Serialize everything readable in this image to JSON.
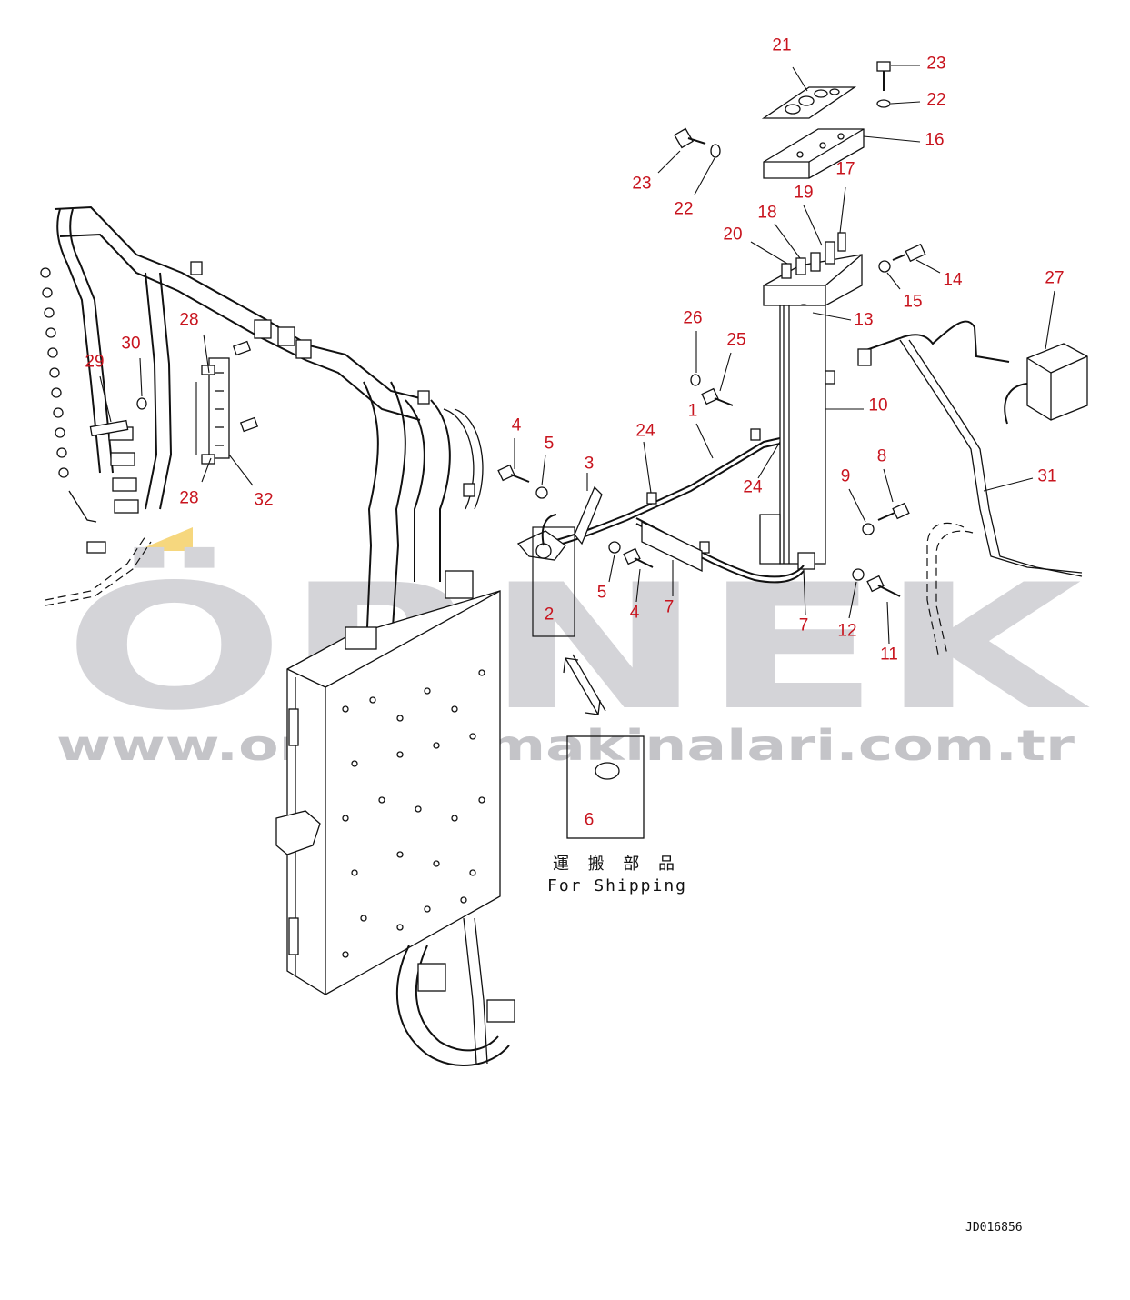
{
  "watermark": {
    "brand": "ÖRNEK",
    "url": "www.ornekismakinalari.com.tr",
    "accent_color": "#f6d77e"
  },
  "shipping_label": {
    "japanese": "運 搬 部 品",
    "english": "For Shipping"
  },
  "drawing_code": "JD016856",
  "colors": {
    "callout": "#c8141e",
    "line": "#111111",
    "watermark": "#d4d4d8"
  },
  "callouts": [
    {
      "id": "c21",
      "label": "21"
    },
    {
      "id": "c23a",
      "label": "23"
    },
    {
      "id": "c22a",
      "label": "22"
    },
    {
      "id": "c16",
      "label": "16"
    },
    {
      "id": "c23b",
      "label": "23"
    },
    {
      "id": "c22b",
      "label": "22"
    },
    {
      "id": "c17",
      "label": "17"
    },
    {
      "id": "c19",
      "label": "19"
    },
    {
      "id": "c18",
      "label": "18"
    },
    {
      "id": "c20",
      "label": "20"
    },
    {
      "id": "c14",
      "label": "14"
    },
    {
      "id": "c15",
      "label": "15"
    },
    {
      "id": "c27",
      "label": "27"
    },
    {
      "id": "c13",
      "label": "13"
    },
    {
      "id": "c26",
      "label": "26"
    },
    {
      "id": "c25",
      "label": "25"
    },
    {
      "id": "c10",
      "label": "10"
    },
    {
      "id": "c1",
      "label": "1"
    },
    {
      "id": "c4a",
      "label": "4"
    },
    {
      "id": "c5a",
      "label": "5"
    },
    {
      "id": "c24a",
      "label": "24"
    },
    {
      "id": "c3",
      "label": "3"
    },
    {
      "id": "c8",
      "label": "8"
    },
    {
      "id": "c31",
      "label": "31"
    },
    {
      "id": "c24b",
      "label": "24"
    },
    {
      "id": "c9",
      "label": "9"
    },
    {
      "id": "c2",
      "label": "2"
    },
    {
      "id": "c5b",
      "label": "5"
    },
    {
      "id": "c4b",
      "label": "4"
    },
    {
      "id": "c7a",
      "label": "7"
    },
    {
      "id": "c7b",
      "label": "7"
    },
    {
      "id": "c12",
      "label": "12"
    },
    {
      "id": "c11",
      "label": "11"
    },
    {
      "id": "c6",
      "label": "6"
    },
    {
      "id": "c28a",
      "label": "28"
    },
    {
      "id": "c30",
      "label": "30"
    },
    {
      "id": "c29",
      "label": "29"
    },
    {
      "id": "c28b",
      "label": "28"
    },
    {
      "id": "c32",
      "label": "32"
    }
  ]
}
